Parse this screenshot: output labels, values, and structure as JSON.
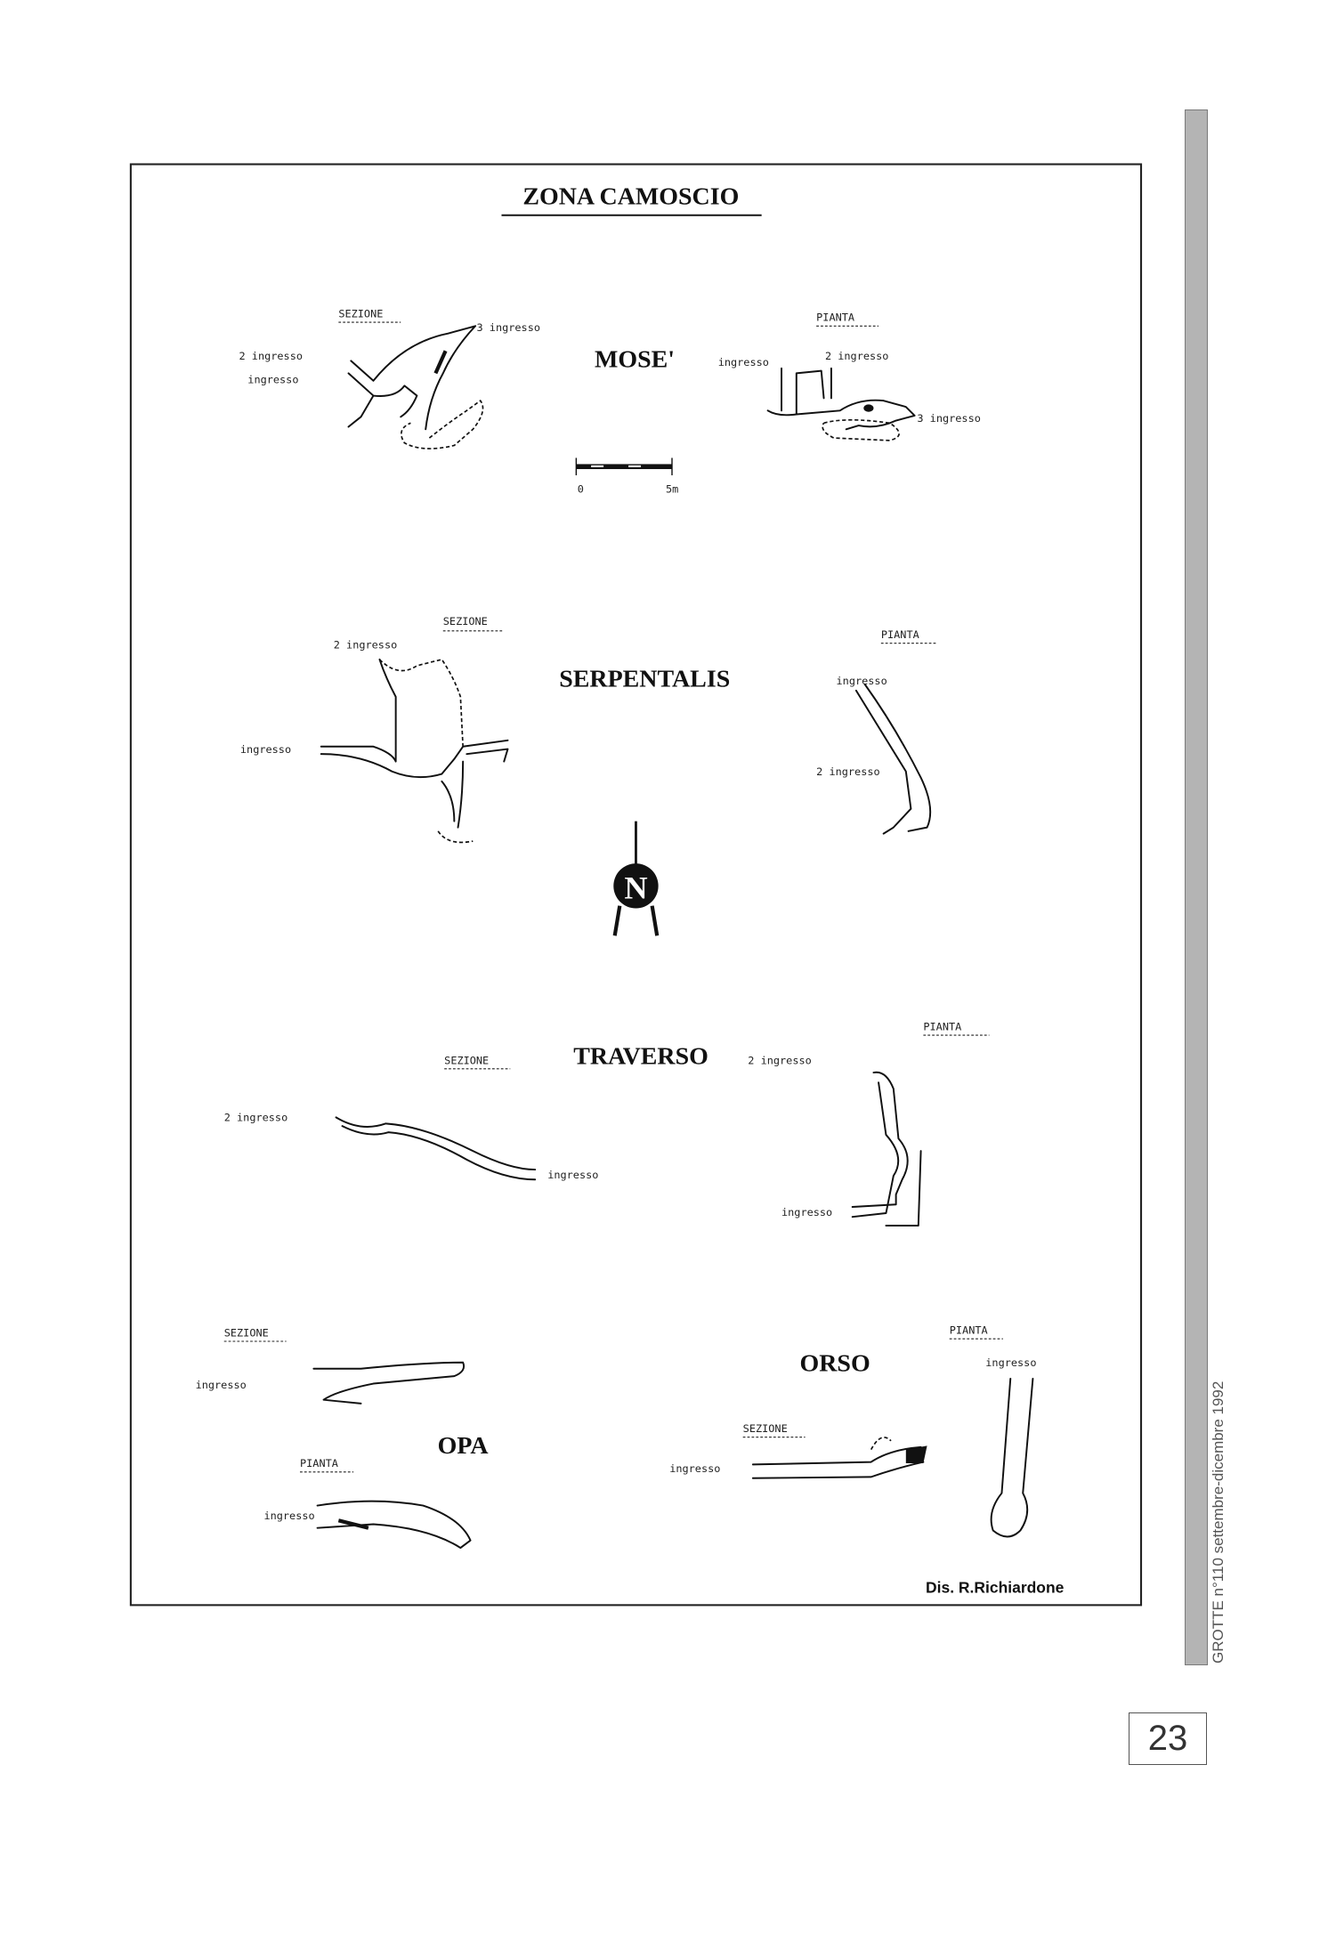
{
  "title": "ZONA CAMOSCIO",
  "caves": {
    "mose": {
      "name": "MOSE'",
      "section_label": "SEZIONE",
      "plan_label": "PIANTA",
      "section_labels": [
        "3 ingresso",
        "2 ingresso",
        "ingresso"
      ],
      "plan_labels": [
        "ingresso",
        "2 ingresso",
        "3 ingresso"
      ],
      "scale": {
        "start": "0",
        "end": "5m"
      }
    },
    "serpentalis": {
      "name": "SERPENTALIS",
      "section_label": "SEZIONE",
      "plan_label": "PIANTA",
      "section_labels": [
        "2 ingresso",
        "ingresso"
      ],
      "plan_labels": [
        "ingresso",
        "2 ingresso"
      ]
    },
    "traverso": {
      "name": "TRAVERSO",
      "section_label": "SEZIONE",
      "plan_label": "PIANTA",
      "section_labels": [
        "2 ingresso",
        "ingresso"
      ],
      "plan_labels": [
        "2 ingresso",
        "ingresso"
      ]
    },
    "opa": {
      "name": "OPA",
      "section_label": "SEZIONE",
      "plan_label": "PIANTA",
      "section_labels": [
        "ingresso"
      ],
      "plan_labels": [
        "ingresso"
      ]
    },
    "orso": {
      "name": "ORSO",
      "section_label": "SEZIONE",
      "plan_label": "PIANTA",
      "section_labels": [
        "ingresso"
      ],
      "plan_labels": [
        "ingresso"
      ]
    }
  },
  "north_label": "N",
  "credit": "Dis. R.Richiardone",
  "journal_ref": "GROTTE n°110  settembre-dicembre 1992",
  "page_number": "23"
}
